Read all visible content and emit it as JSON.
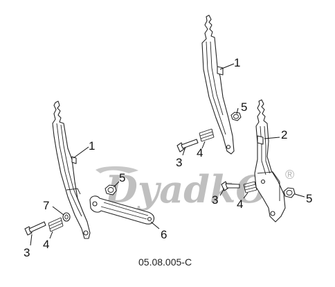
{
  "drawing_code": "05.08.005-C",
  "callouts": {
    "left_bracket": "1",
    "right_top_bracket": "1",
    "right_bracket": "2",
    "left_bolt": "3",
    "top_bolt": "3",
    "mid_bolt": "3",
    "left_spring": "4",
    "top_spring": "4",
    "mid_spring": "4",
    "left_nut": "5",
    "top_nut": "5",
    "right_nut": "5",
    "link_arm": "6",
    "washer": "7"
  },
  "watermark": {
    "text": "DyadkO",
    "symbol": "®",
    "color": "#b4b4b4"
  }
}
